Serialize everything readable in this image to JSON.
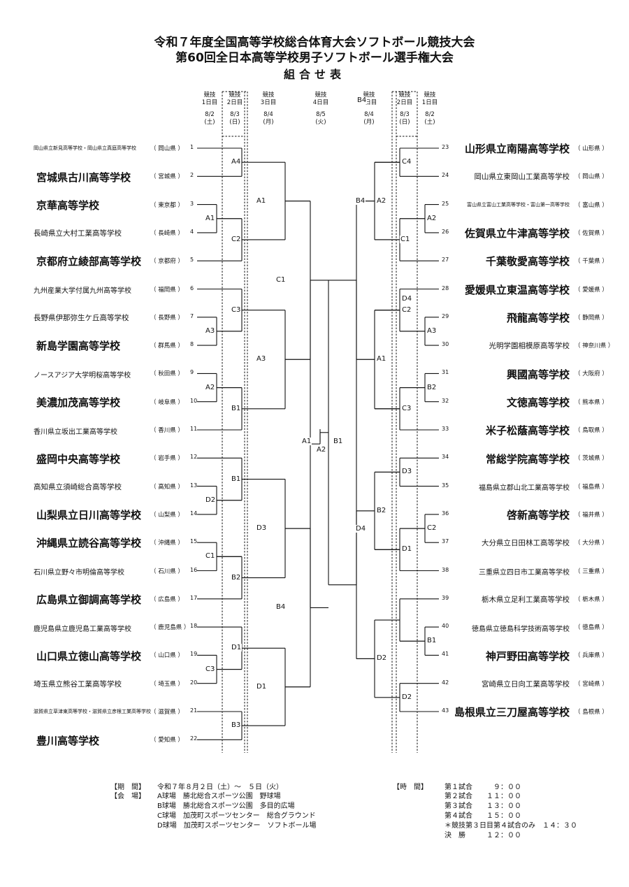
{
  "header": {
    "title1": "令和７年度全国高等学校総合体育大会ソフトボール競技大会",
    "title2": "第60回全日本高等学校男子ソフトボール選手権大会",
    "title3": "組合せ表"
  },
  "days": {
    "left": [
      {
        "label": "競技\n1日目",
        "date": "8/2\n(土)"
      },
      {
        "label": "競技\n2日目",
        "date": "8/3\n(日)"
      },
      {
        "label": "競技\n3日目",
        "date": "8/4\n(月)"
      }
    ],
    "center": {
      "label": "競技\n4日目",
      "date": "8/5\n(火)"
    },
    "right": [
      {
        "label": "競技\n3日目",
        "date": "8/4\n(月)"
      },
      {
        "label": "競技\n2日目",
        "date": "8/3\n(日)"
      },
      {
        "label": "競技\n1日目",
        "date": "8/2\n(土)"
      }
    ]
  },
  "left_teams": [
    {
      "num": "1",
      "name": "岡山県立新見高等学校・岡山県立真庭高等学校",
      "pref": "（ 岡山県 ）",
      "size": "xs"
    },
    {
      "num": "2",
      "name": "宮城県古川高等学校",
      "pref": "（ 宮城県 ）",
      "size": "l"
    },
    {
      "num": "3",
      "name": "京華高等学校",
      "pref": "（ 東京都 ）",
      "size": "l"
    },
    {
      "num": "4",
      "name": "長崎県立大村工業高等学校",
      "pref": "（ 長崎県 ）",
      "size": "m"
    },
    {
      "num": "5",
      "name": "京都府立綾部高等学校",
      "pref": "（ 京都府 ）",
      "size": "l"
    },
    {
      "num": "6",
      "name": "九州産業大学付属九州高等学校",
      "pref": "（ 福岡県 ）",
      "size": "s"
    },
    {
      "num": "7",
      "name": "長野県伊那弥生ケ丘高等学校",
      "pref": "（ 長野県 ）",
      "size": "m"
    },
    {
      "num": "8",
      "name": "新島学園高等学校",
      "pref": "（ 群馬県 ）",
      "size": "l"
    },
    {
      "num": "9",
      "name": "ノースアジア大学明桜高等学校",
      "pref": "（ 秋田県 ）",
      "size": "s"
    },
    {
      "num": "10",
      "name": "美濃加茂高等学校",
      "pref": "（ 岐阜県 ）",
      "size": "l"
    },
    {
      "num": "11",
      "name": "香川県立坂出工業高等学校",
      "pref": "（ 香川県 ）",
      "size": "s"
    },
    {
      "num": "12",
      "name": "盛岡中央高等学校",
      "pref": "（ 岩手県 ）",
      "size": "l"
    },
    {
      "num": "13",
      "name": "高知県立須崎総合高等学校",
      "pref": "（ 高知県 ）",
      "size": "m"
    },
    {
      "num": "14",
      "name": "山梨県立日川高等学校",
      "pref": "（ 山梨県 ）",
      "size": "l"
    },
    {
      "num": "15",
      "name": "沖縄県立読谷高等学校",
      "pref": "（ 沖縄県 ）",
      "size": "l"
    },
    {
      "num": "16",
      "name": "石川県立野々市明倫高等学校",
      "pref": "（ 石川県 ）",
      "size": "s"
    },
    {
      "num": "17",
      "name": "広島県立御調高等学校",
      "pref": "（ 広島県 ）",
      "size": "l"
    },
    {
      "num": "18",
      "name": "鹿児島県立鹿児島工業高等学校",
      "pref": "（ 鹿児島県 ）",
      "size": "s"
    },
    {
      "num": "19",
      "name": "山口県立徳山高等学校",
      "pref": "（ 山口県 ）",
      "size": "l"
    },
    {
      "num": "20",
      "name": "埼玉県立熊谷工業高等学校",
      "pref": "（ 埼玉県 ）",
      "size": "m"
    },
    {
      "num": "21",
      "name": "滋賀県立草津東高等学校・滋賀県立彦根工業高等学校",
      "pref": "（ 滋賀県 ）",
      "size": "xs"
    },
    {
      "num": "22",
      "name": "豊川高等学校",
      "pref": "（ 愛知県 ）",
      "size": "l"
    }
  ],
  "right_teams": [
    {
      "num": "23",
      "name": "山形県立南陽高等学校",
      "pref": "（ 山形県 ）",
      "size": "l"
    },
    {
      "num": "24",
      "name": "岡山県立東岡山工業高等学校",
      "pref": "（ 岡山県 ）",
      "size": "m"
    },
    {
      "num": "25",
      "name": "富山県立富山工業高等学校・富山第一高等学校",
      "pref": "（ 富山県 ）",
      "size": "xs"
    },
    {
      "num": "26",
      "name": "佐賀県立牛津高等学校",
      "pref": "（ 佐賀県 ）",
      "size": "l"
    },
    {
      "num": "27",
      "name": "千葉敬愛高等学校",
      "pref": "（ 千葉県 ）",
      "size": "l"
    },
    {
      "num": "28",
      "name": "愛媛県立東温高等学校",
      "pref": "（ 愛媛県 ）",
      "size": "l"
    },
    {
      "num": "29",
      "name": "飛龍高等学校",
      "pref": "（ 静岡県 ）",
      "size": "l"
    },
    {
      "num": "30",
      "name": "光明学園相模原高等学校",
      "pref": "（ 神奈川県 ）",
      "size": "m"
    },
    {
      "num": "31",
      "name": "興國高等学校",
      "pref": "（ 大阪府 ）",
      "size": "l"
    },
    {
      "num": "32",
      "name": "文徳高等学校",
      "pref": "（ 熊本県 ）",
      "size": "l"
    },
    {
      "num": "33",
      "name": "米子松蔭高等学校",
      "pref": "（ 鳥取県 ）",
      "size": "l"
    },
    {
      "num": "34",
      "name": "常総学院高等学校",
      "pref": "（ 茨城県 ）",
      "size": "l"
    },
    {
      "num": "35",
      "name": "福島県立郡山北工業高等学校",
      "pref": "（ 福島県 ）",
      "size": "s"
    },
    {
      "num": "36",
      "name": "啓新高等学校",
      "pref": "（ 福井県 ）",
      "size": "l"
    },
    {
      "num": "37",
      "name": "大分県立日田林工高等学校",
      "pref": "（ 大分県 ）",
      "size": "m"
    },
    {
      "num": "38",
      "name": "三重県立四日市工業高等学校",
      "pref": "（ 三重県 ）",
      "size": "s"
    },
    {
      "num": "39",
      "name": "栃木県立足利工業高等学校",
      "pref": "（ 栃木県 ）",
      "size": "m"
    },
    {
      "num": "40",
      "name": "徳島県立徳島科学技術高等学校",
      "pref": "（ 徳島県 ）",
      "size": "s"
    },
    {
      "num": "41",
      "name": "神戸野田高等学校",
      "pref": "（ 兵庫県 ）",
      "size": "l"
    },
    {
      "num": "42",
      "name": "宮崎県立日向工業高等学校",
      "pref": "（ 宮崎県 ）",
      "size": "m"
    },
    {
      "num": "43",
      "name": "島根県立三刀屋高等学校",
      "pref": "（ 島根県 ）",
      "size": "l"
    }
  ],
  "game_labels": {
    "left": [
      "A4",
      "A1",
      "C2",
      "A1",
      "A3",
      "C3",
      "A2",
      "B1",
      "A3",
      "C1",
      "D2",
      "B1",
      "C1",
      "B2",
      "D3",
      "C3",
      "D1",
      "B3",
      "D1",
      "B4"
    ],
    "right": [
      "C4",
      "A2",
      "C1",
      "A2",
      "B4",
      "A3",
      "C2",
      "B2",
      "C3",
      "A1",
      "D3",
      "C2",
      "D1",
      "B2",
      "D4",
      "B1",
      "D2",
      "D2",
      "D4"
    ],
    "final": [
      "A1",
      "A2",
      "B1"
    ]
  },
  "info": {
    "period_label": "【期　間】",
    "period_value": "令和７年８月２日（土）～　５日（火）",
    "venue_label": "【会　場】",
    "venues": [
      "A球場　勝北総合スポーツ公園　野球場",
      "B球場　勝北総合スポーツ公園　多目的広場",
      "C球場　加茂町スポーツセンター　総合グラウンド",
      "D球場　加茂町スポーツセンター　ソフトボール場"
    ],
    "time_label": "【時　間】",
    "times": [
      "第１試合　　　９：００",
      "第２試合　　１１：００",
      "第３試合　　１３：００",
      "第４試合　　１５：００",
      "＊競技第３日目第４試合のみ　１４：３０",
      "決　勝　　　１２：００"
    ]
  }
}
